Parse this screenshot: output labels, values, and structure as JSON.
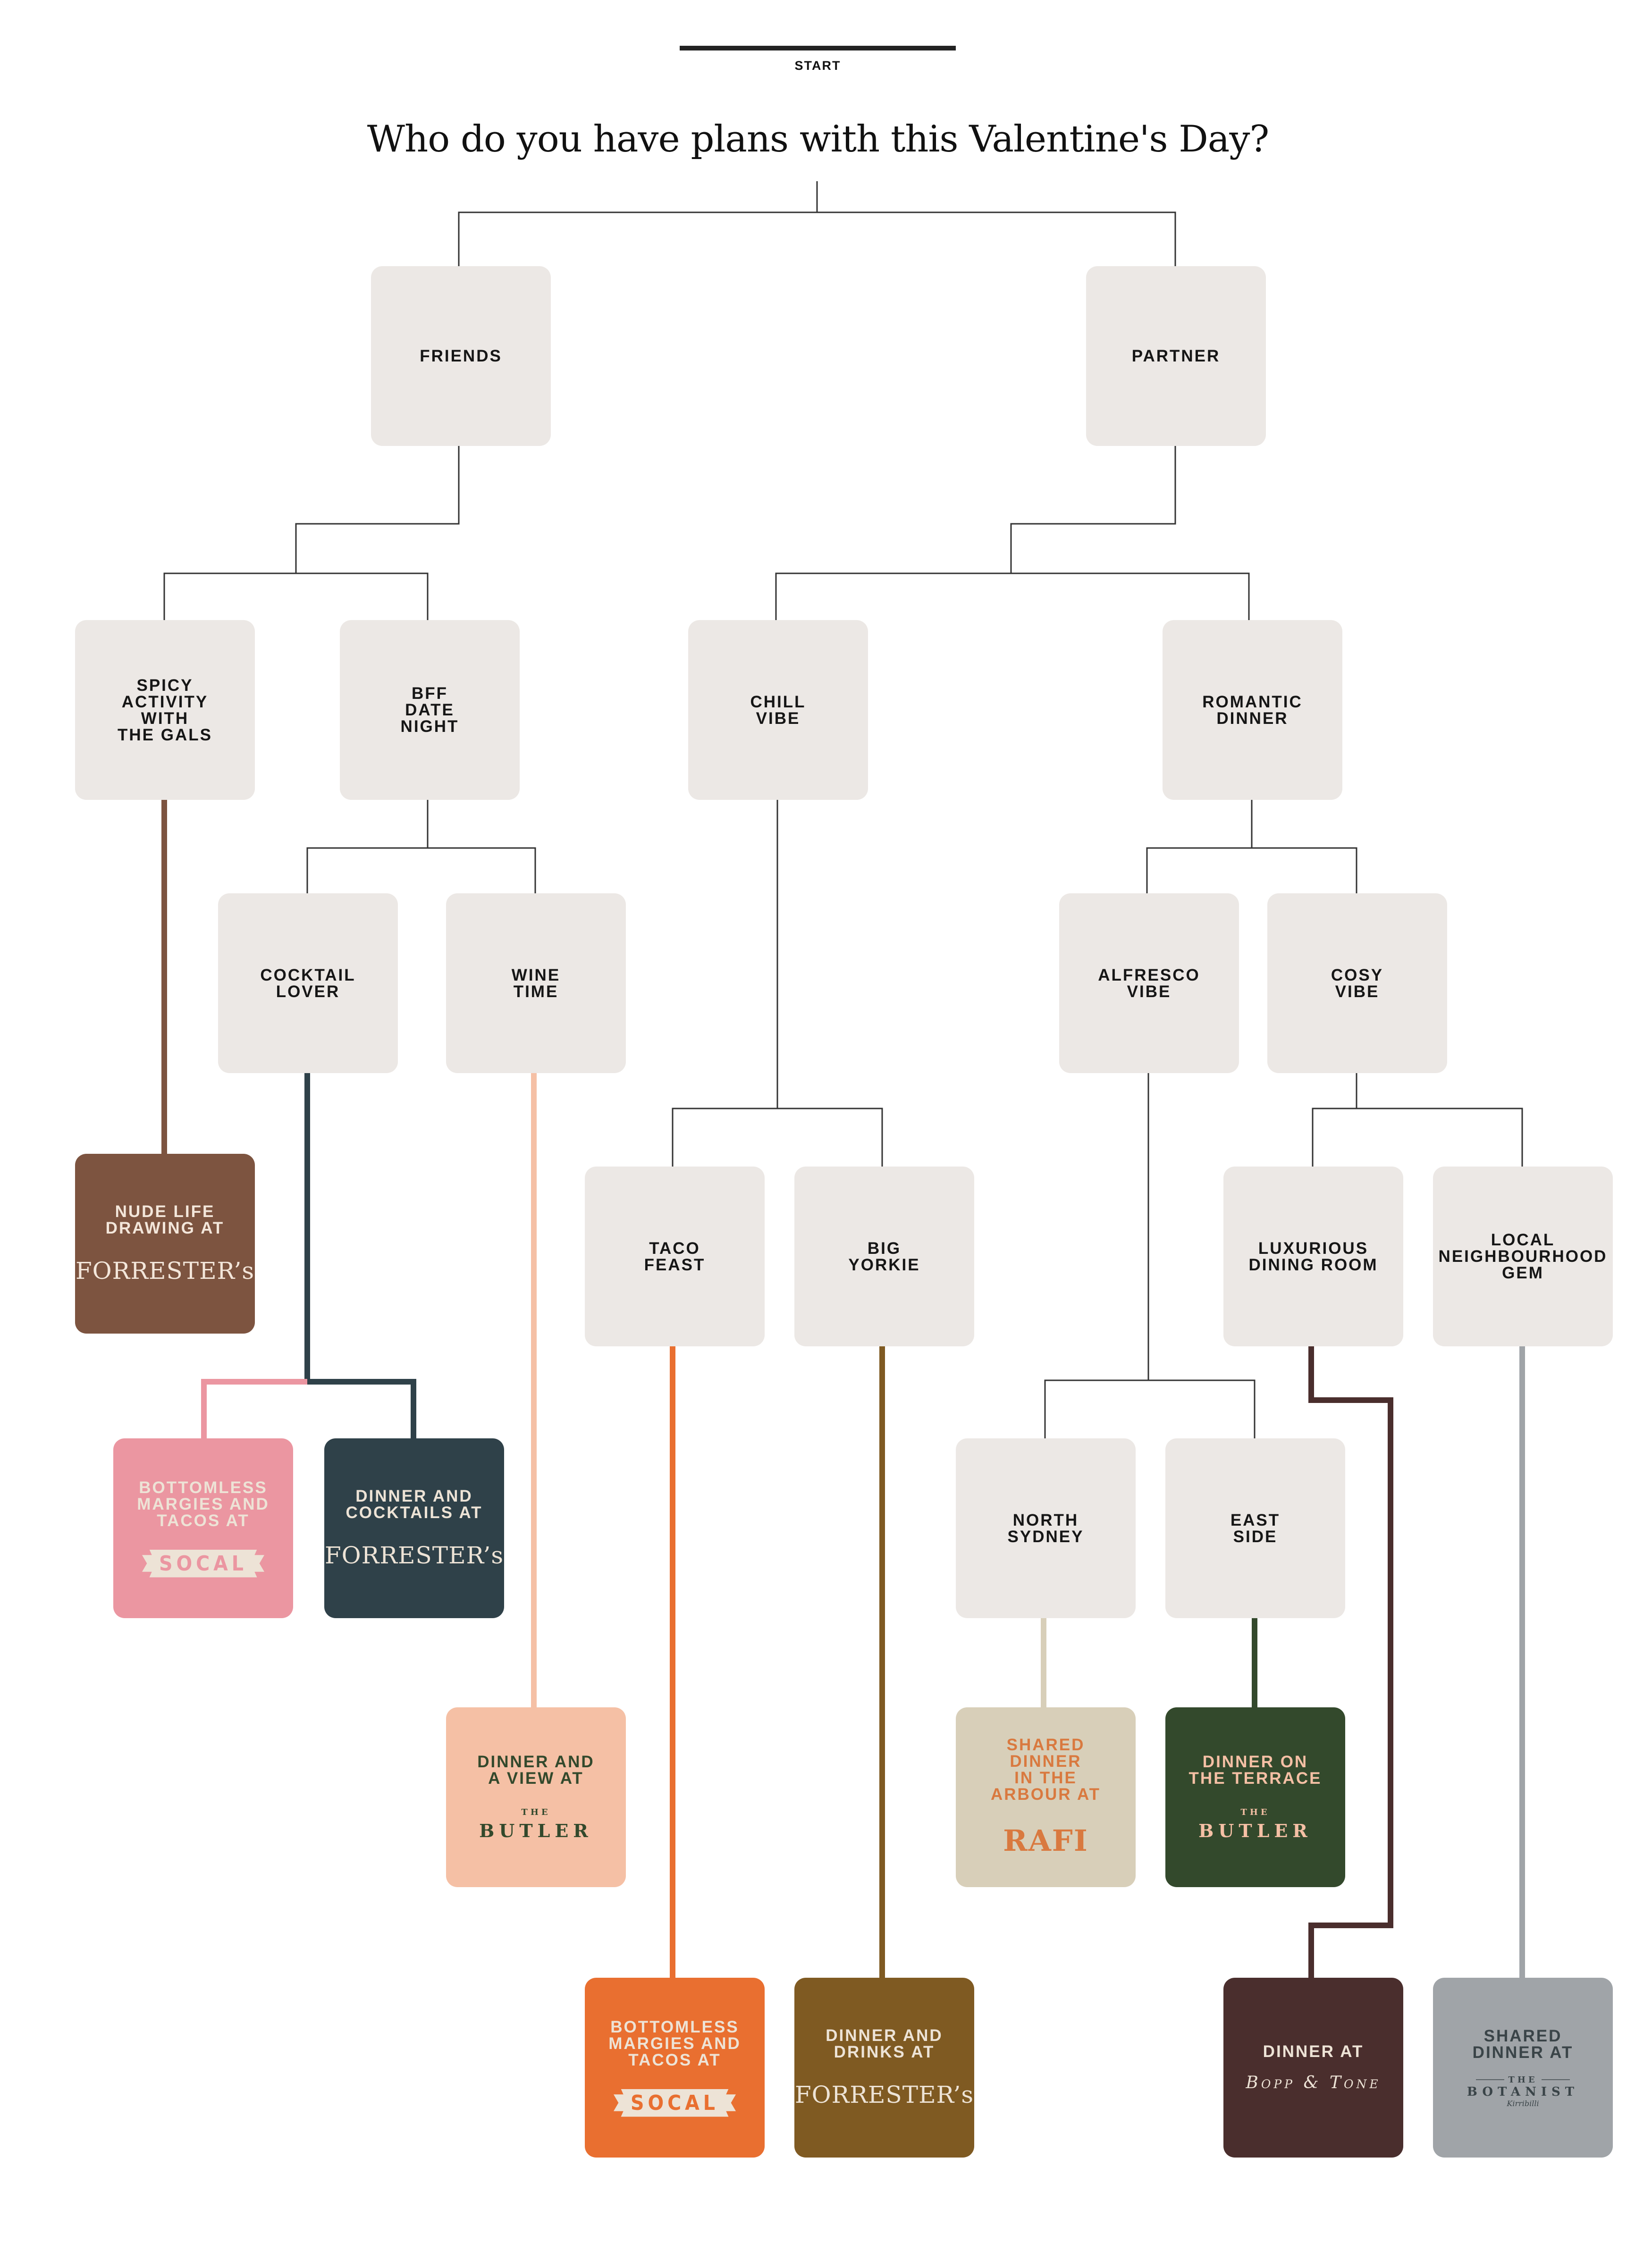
{
  "header": {
    "start_label": "START",
    "question": "Who do you have plans with this Valentine's Day?"
  },
  "nodes": {
    "friends": {
      "label": "FRIENDS"
    },
    "partner": {
      "label": "PARTNER"
    },
    "spicy": {
      "label": "SPICY\nACTIVITY\nWITH\nTHE GALS"
    },
    "bff": {
      "label": "BFF\nDATE\nNIGHT"
    },
    "chill": {
      "label": "CHILL\nVIBE"
    },
    "romantic": {
      "label": "ROMANTIC\nDINNER"
    },
    "cocktail": {
      "label": "COCKTAIL\nLOVER"
    },
    "wine": {
      "label": "WINE\nTIME"
    },
    "alfresco": {
      "label": "ALFRESCO\nVIBE"
    },
    "cosy": {
      "label": "COSY\nVIBE"
    },
    "taco": {
      "label": "TACO\nFEAST"
    },
    "yorkie": {
      "label": "BIG\nYORKIE"
    },
    "luxurious": {
      "label": "LUXURIOUS\nDINING ROOM"
    },
    "local": {
      "label": "LOCAL\nNEIGHBOURHOOD\nGEM"
    },
    "north": {
      "label": "NORTH\nSYDNEY"
    },
    "east": {
      "label": "EAST\nSIDE"
    }
  },
  "results": {
    "nude": {
      "label": "NUDE LIFE\nDRAWING AT",
      "logo": "forresters",
      "logo_text": "FORRESTER’s",
      "bg": "#7d5440",
      "fg": "#f3e6da"
    },
    "socal_pink": {
      "label": "BOTTOMLESS\nMARGIES AND\nTACOS AT",
      "logo": "socal",
      "logo_text": "SOCAL",
      "bg": "#eb96a1",
      "fg": "#ede3d6"
    },
    "cocktails": {
      "label": "DINNER AND\nCOCKTAILS AT",
      "logo": "forresters",
      "logo_text": "FORRESTER’s",
      "bg": "#2f4149",
      "fg": "#ede3d6"
    },
    "view": {
      "label": "DINNER AND\nA VIEW AT",
      "logo": "butler",
      "logo_small": "THE",
      "logo_text": "BUTLER",
      "bg": "#f5c0a5",
      "fg": "#33492c"
    },
    "rafi": {
      "label": "SHARED\nDINNER\nIN THE\nARBOUR AT",
      "logo": "rafi",
      "logo_text": "RAFI",
      "bg": "#d8cfb9",
      "fg": "#d9793f"
    },
    "terrace": {
      "label": "DINNER ON\nTHE TERRACE",
      "logo": "butler",
      "logo_small": "THE",
      "logo_text": "BUTLER",
      "bg": "#33492c",
      "fg": "#f5c0a5"
    },
    "socal_orange": {
      "label": "BOTTOMLESS\nMARGIES AND\nTACOS AT",
      "logo": "socal",
      "logo_text": "SOCAL",
      "bg": "#e96f30",
      "fg": "#ede3d6"
    },
    "drinks": {
      "label": "DINNER AND\nDRINKS AT",
      "logo": "forresters",
      "logo_text": "FORRESTER’s",
      "bg": "#7f5a22",
      "fg": "#ede3d6"
    },
    "bopp": {
      "label": "DINNER AT",
      "logo": "bopp",
      "logo_text": "Bopp & Tone",
      "bg": "#4a2e2d",
      "fg": "#ede3d6"
    },
    "botanist": {
      "label": "SHARED\nDINNER AT",
      "logo": "botanist",
      "logo_small": "THE",
      "logo_text": "BOTANIST",
      "logo_sub": "Kirribilli",
      "bg": "#a0a4a8",
      "fg": "#3a4448"
    }
  },
  "colors": {
    "node_bg": "#ece8e5",
    "connector": "#333333"
  }
}
